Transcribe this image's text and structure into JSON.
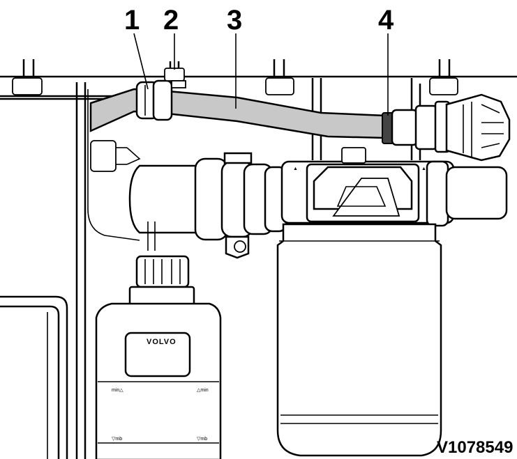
{
  "callouts": [
    {
      "label": "1"
    },
    {
      "label": "2"
    },
    {
      "label": "3"
    },
    {
      "label": "4"
    }
  ],
  "reference_code": "V1078549",
  "brand_label": "VOLVO",
  "filter_markings": {
    "top_left": "min△",
    "top_right": "△min",
    "bottom_left": "▽mb",
    "bottom_right": "▽mb"
  },
  "colors": {
    "pipe_fill": "#c8c8c8",
    "line": "#000000",
    "background": "#ffffff"
  }
}
